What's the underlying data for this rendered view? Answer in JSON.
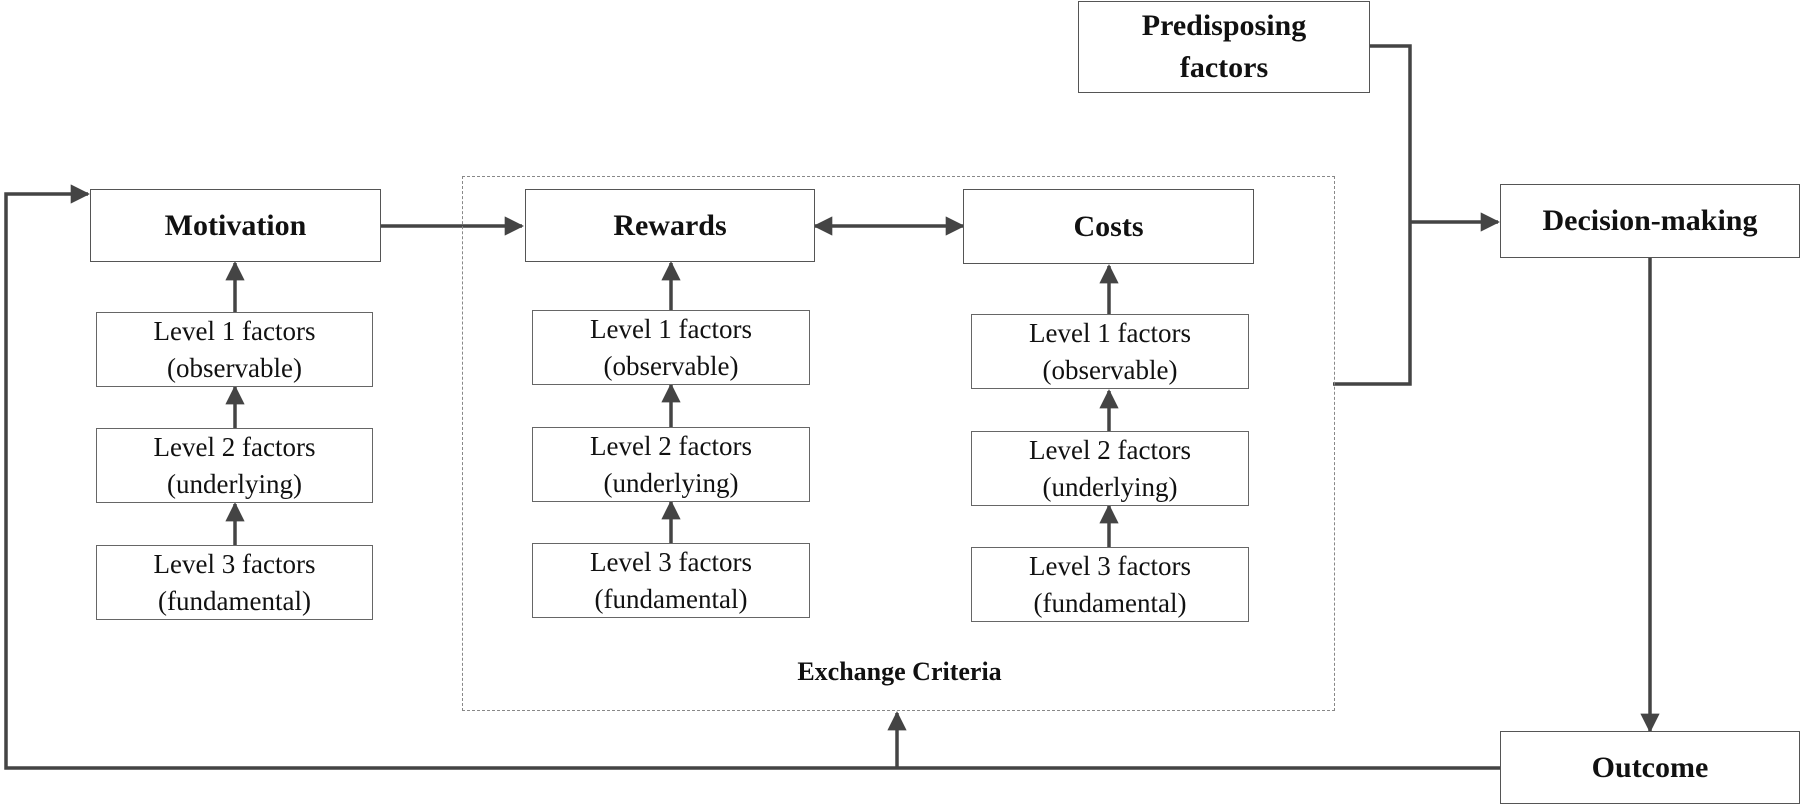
{
  "colors": {
    "line": "#444444",
    "box_border": "#555555",
    "group_border": "#888888",
    "background": "#ffffff"
  },
  "predisposing": {
    "line1": "Predisposing",
    "line2": "factors"
  },
  "motivation": {
    "title": "Motivation",
    "levels": [
      {
        "level": "Level 1 factors",
        "desc": "(observable)"
      },
      {
        "level": "Level 2 factors",
        "desc": "(underlying)"
      },
      {
        "level": "Level 3 factors",
        "desc": "(fundamental)"
      }
    ]
  },
  "rewards": {
    "title": "Rewards",
    "levels": [
      {
        "level": "Level 1 factors",
        "desc": "(observable)"
      },
      {
        "level": "Level 2 factors",
        "desc": "(underlying)"
      },
      {
        "level": "Level 3 factors",
        "desc": "(fundamental)"
      }
    ]
  },
  "costs": {
    "title": "Costs",
    "levels": [
      {
        "level": "Level 1 factors",
        "desc": "(observable)"
      },
      {
        "level": "Level 2 factors",
        "desc": "(underlying)"
      },
      {
        "level": "Level 3 factors",
        "desc": "(fundamental)"
      }
    ]
  },
  "exchange_criteria": {
    "label": "Exchange Criteria"
  },
  "decision_making": {
    "label": "Decision-making"
  },
  "outcome": {
    "label": "Outcome"
  }
}
